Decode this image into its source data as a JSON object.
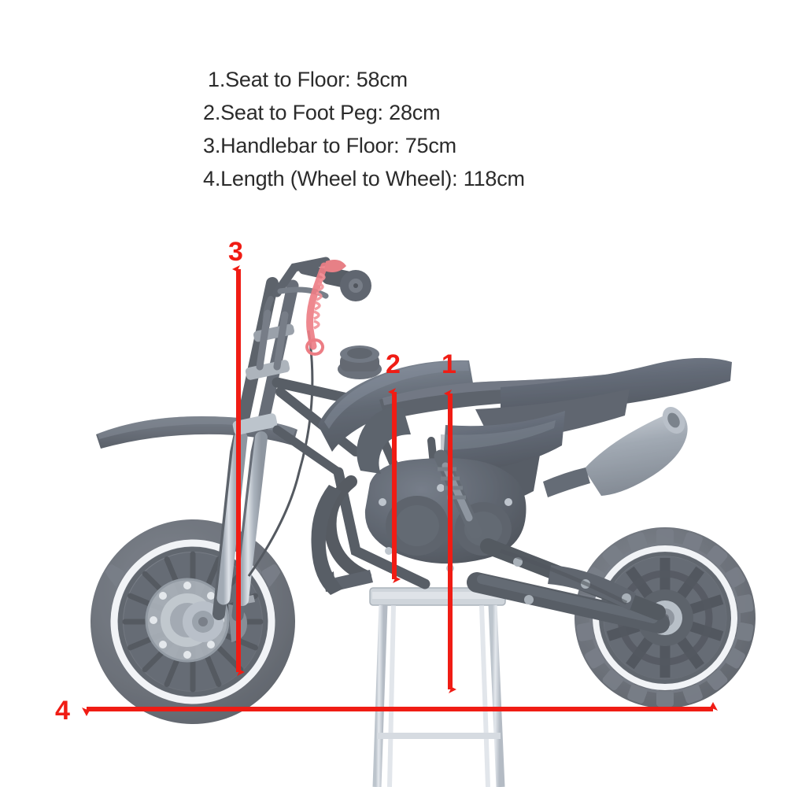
{
  "page": {
    "background_color": "#ffffff",
    "accent_color": "#f01c14",
    "text_color": "#2b2b2b"
  },
  "spec_list": {
    "items": [
      {
        "index": "1.",
        "label": "Seat to Floor:",
        "value": "58cm",
        "full": "1.Seat to Floor: 58cm"
      },
      {
        "index": "2.",
        "label": "Seat to Foot Peg:",
        "value": "28cm",
        "full": "2.Seat to Foot Peg: 28cm"
      },
      {
        "index": "3.",
        "label": "Handlebar to Floor:",
        "value": "75cm",
        "full": "3.Handlebar to Floor: 75cm"
      },
      {
        "index": "4.",
        "label": "Length (Wheel to Wheel):",
        "value": "118cm",
        "full": "4.Length (Wheel to Wheel): 118cm"
      }
    ]
  },
  "annotations": {
    "markers": [
      {
        "id": "1",
        "text": "1",
        "measures": "Seat to Floor",
        "orientation": "vertical",
        "value": "58cm"
      },
      {
        "id": "2",
        "text": "2",
        "measures": "Seat to Foot Peg",
        "orientation": "vertical",
        "value": "28cm"
      },
      {
        "id": "3",
        "text": "3",
        "measures": "Handlebar to Floor",
        "orientation": "vertical",
        "value": "75cm"
      },
      {
        "id": "4",
        "text": "4",
        "measures": "Length (Wheel to Wheel)",
        "orientation": "horizontal",
        "value": "118cm"
      }
    ]
  },
  "subject": {
    "name": "mini dirt bike",
    "view": "left side profile",
    "body_color": "#39404e",
    "tire_color": "#4c525c",
    "rim_highlight_color": "#e9edf2",
    "stand_color": "#b9c2cb",
    "lanyard_color": "#e8616a"
  }
}
